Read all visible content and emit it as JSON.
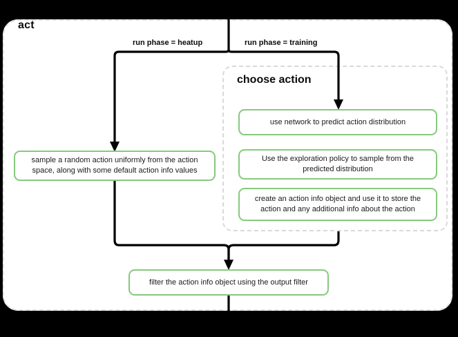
{
  "diagram": {
    "type": "flowchart",
    "container": {
      "title": "act",
      "shape": "rounded-dashed-card"
    },
    "subgraph": {
      "title": "choose action",
      "shape": "rounded-dashed-box"
    },
    "edge_labels": {
      "heatup": "run phase = heatup",
      "training": "run phase = training"
    },
    "nodes": {
      "sample_random": "sample a random action uniformly from the action space, along with some default action info values",
      "use_network": "use network to predict action distribution",
      "exploration_policy": "Use the exploration policy to sample from the predicted distribution",
      "create_action_info": "create an action info object and use it to store the action and any additional info about the action",
      "filter_output": "filter the action info object using the output filter"
    },
    "colors": {
      "node_border": "#86c97d",
      "node_fill": "#ffffff",
      "edge": "#000000",
      "card_border": "#e2e2e2",
      "subgraph_border": "#d9d9d9",
      "canvas": "#000000",
      "text": "#1a1a1a"
    }
  }
}
